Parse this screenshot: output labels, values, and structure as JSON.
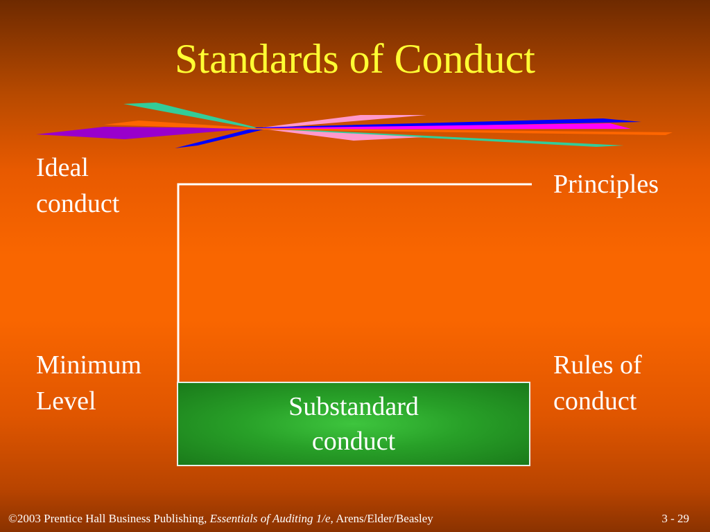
{
  "slide": {
    "title": "Standards of Conduct"
  },
  "diagram": {
    "left_labels": {
      "top": [
        "Ideal",
        "conduct"
      ],
      "bottom": [
        "Minimum",
        "Level"
      ]
    },
    "right_labels": {
      "top": "Principles",
      "bottom": [
        "Rules of",
        "conduct"
      ]
    },
    "box": [
      "Substandard",
      "conduct"
    ]
  },
  "decoration": {
    "stripe_colors": [
      "#33cc99",
      "#ff99cc",
      "#0000ff",
      "#ff00ff",
      "#9900cc",
      "#ff6600"
    ]
  },
  "footer": {
    "copyright": "©2003 Prentice Hall Business Publishing,",
    "book_title": "Essentials of Auditing 1/e,",
    "authors": "Arens/Elder/Beasley",
    "slide_number": "3 - 29"
  }
}
